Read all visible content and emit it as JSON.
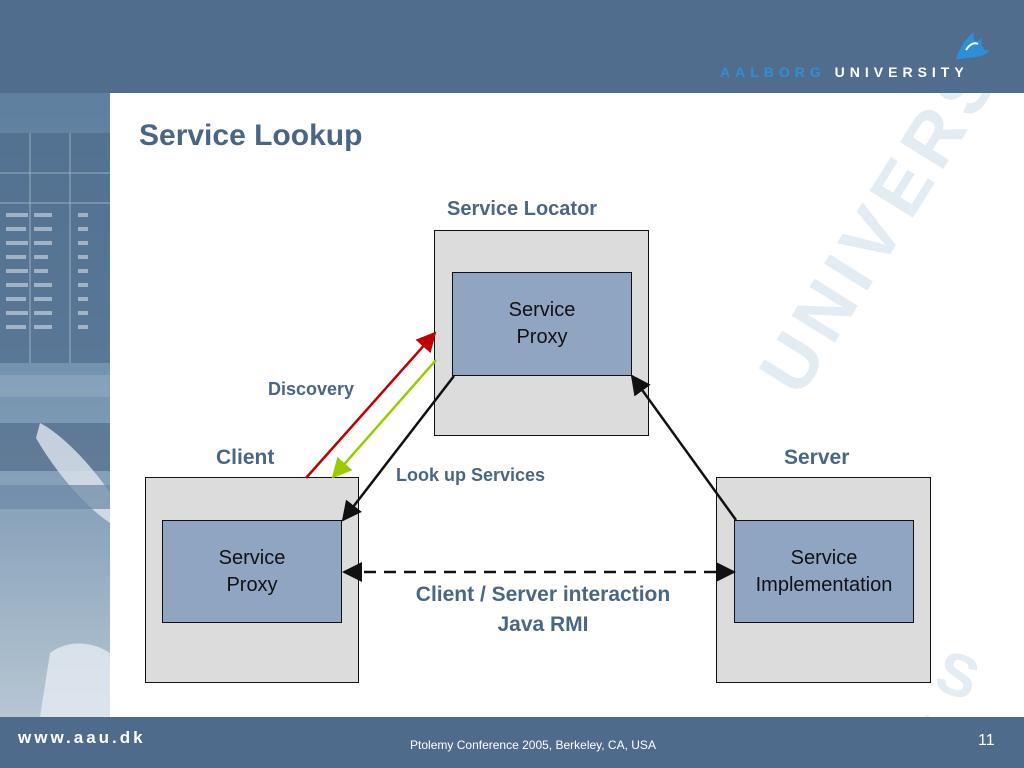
{
  "header": {
    "brand_part1": "AALBORG",
    "brand_part2": "UNIVERSITY"
  },
  "watermark": {
    "text_arc": "UNIVERSITAS",
    "text_bottom": "S N"
  },
  "slide": {
    "title": "Service Lookup"
  },
  "diagram": {
    "service_locator": {
      "label": "Service Locator",
      "proxy_line1": "Service",
      "proxy_line2": "Proxy"
    },
    "client": {
      "label": "Client",
      "proxy_line1": "Service",
      "proxy_line2": "Proxy"
    },
    "server": {
      "label": "Server",
      "impl_line1": "Service",
      "impl_line2": "Implementation"
    },
    "edge_labels": {
      "discovery": "Discovery",
      "lookup": "Look up Services",
      "interaction_line1": "Client / Server interaction",
      "interaction_line2": "Java RMI"
    },
    "colors": {
      "discovery_out": "#c00000",
      "discovery_back": "#99cc00",
      "lookup": "#111111",
      "interaction": "#111111"
    }
  },
  "footer": {
    "url": "www.aau.dk",
    "text": "Ptolemy Conference 2005, Berkeley, CA, USA",
    "page": "11"
  }
}
